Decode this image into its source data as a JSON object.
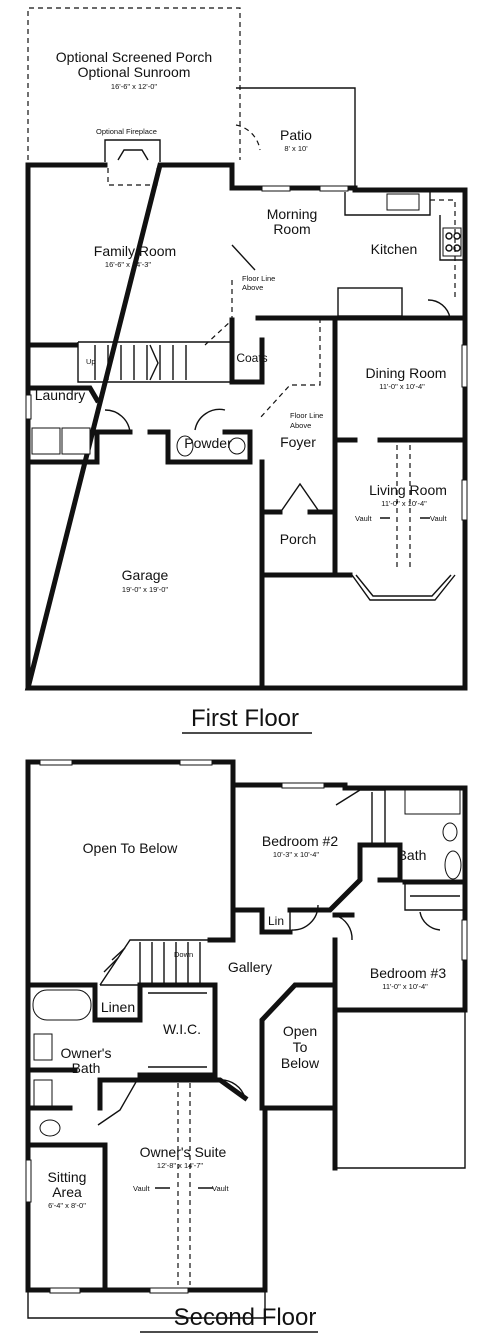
{
  "first_floor": {
    "title": "First Floor",
    "rooms": {
      "porch_screened": {
        "name": "Optional Screened Porch",
        "name2": "Optional Sunroom",
        "dims": "16'-6\" x 12'-0\""
      },
      "fireplace": {
        "name": "Optional Fireplace"
      },
      "patio": {
        "name": "Patio",
        "dims": "8' x 10'"
      },
      "family": {
        "name": "Family Room",
        "dims": "16'-6\" x 14'-3\""
      },
      "morning": {
        "name": "Morning",
        "name2": "Room"
      },
      "kitchen": {
        "name": "Kitchen"
      },
      "floorline1": {
        "name": "Floor Line",
        "name2": "Above"
      },
      "up": {
        "name": "Up"
      },
      "coats": {
        "name": "Coats"
      },
      "dining": {
        "name": "Dining Room",
        "dims": "11'-0\" x 10'-4\""
      },
      "laundry": {
        "name": "Laundry"
      },
      "powder": {
        "name": "Powder"
      },
      "floorline2": {
        "name": "Floor Line",
        "name2": "Above"
      },
      "foyer": {
        "name": "Foyer"
      },
      "living": {
        "name": "Living Room",
        "dims": "11'-0\" x 10'-4\"",
        "vault_left": "Vault",
        "vault_right": "Vault"
      },
      "porch": {
        "name": "Porch"
      },
      "garage": {
        "name": "Garage",
        "dims": "19'-0\" x 19'-0\""
      }
    }
  },
  "second_floor": {
    "title": "Second Floor",
    "rooms": {
      "open_below_1": {
        "name": "Open To Below"
      },
      "bedroom2": {
        "name": "Bedroom #2",
        "dims": "10'-3\" x 10'-4\""
      },
      "bath": {
        "name": "Bath"
      },
      "lin": {
        "name": "Lin"
      },
      "down": {
        "name": "Down"
      },
      "gallery": {
        "name": "Gallery"
      },
      "bedroom3": {
        "name": "Bedroom #3",
        "dims": "11'-0\" x 10'-4\""
      },
      "linen": {
        "name": "Linen"
      },
      "wic": {
        "name": "W.I.C."
      },
      "owners_bath": {
        "name": "Owner's",
        "name2": "Bath"
      },
      "open_below_2": {
        "name": "Open",
        "name2": "To",
        "name3": "Below"
      },
      "owners_suite": {
        "name": "Owner's Suite",
        "dims": "12'-8\" x 14'-7\"",
        "vault_left": "Vault",
        "vault_right": "Vault"
      },
      "sitting": {
        "name": "Sitting",
        "name2": "Area",
        "dims": "6'-4\" x 8'-0\""
      }
    }
  }
}
